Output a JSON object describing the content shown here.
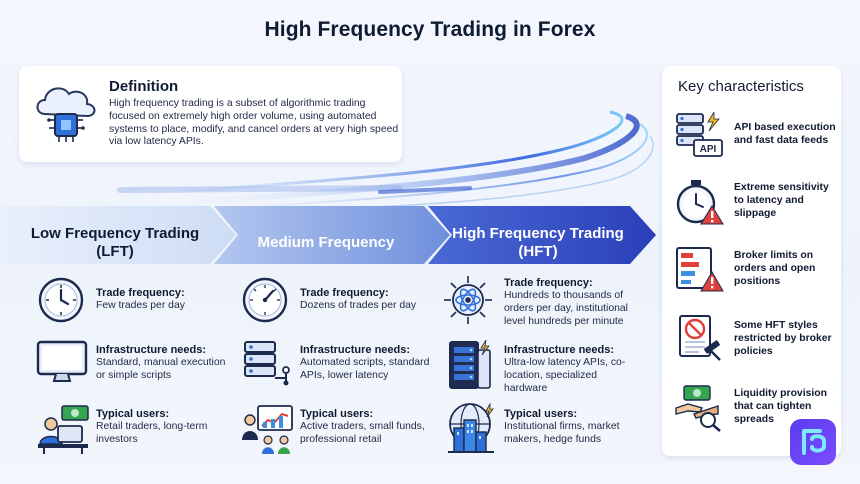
{
  "title": "High Frequency Trading in Forex",
  "definition": {
    "heading": "Definition",
    "body": "High frequency trading is a subset of algorithmic trading focused on extremely high order volume, using automated systems to place, modify, and cancel orders at very high speed via low latency APIs."
  },
  "stages": [
    {
      "label": "Low Frequency Trading (LFT)",
      "items": [
        {
          "icon": "clock-icon",
          "heading": "Trade frequency:",
          "text": "Few trades per day"
        },
        {
          "icon": "monitor-icon",
          "heading": "Infrastructure needs:",
          "text": "Standard, manual execution or simple scripts"
        },
        {
          "icon": "trader-desk-icon",
          "heading": "Typical users:",
          "text": "Retail traders, long-term investors"
        }
      ]
    },
    {
      "label": "Medium Frequency",
      "items": [
        {
          "icon": "gauge-clock-icon",
          "heading": "Trade frequency:",
          "text": "Dozens of trades per day"
        },
        {
          "icon": "server-stack-icon",
          "heading": "Infrastructure needs:",
          "text": "Automated scripts, standard APIs, lower latency"
        },
        {
          "icon": "presentation-icon",
          "heading": "Typical users:",
          "text": "Active traders, small funds, professional retail"
        }
      ]
    },
    {
      "label": "High Frequency Trading (HFT)",
      "items": [
        {
          "icon": "atom-burst-icon",
          "heading": "Trade frequency:",
          "text": "Hundreds to thousands of orders per day, institutional level hundreds per minute"
        },
        {
          "icon": "server-rack-icon",
          "heading": "Infrastructure needs:",
          "text": "Ultra-low latency APIs, co-location, specialized hardware"
        },
        {
          "icon": "institution-building-icon",
          "heading": "Typical users:",
          "text": "Institutional firms, market makers, hedge funds"
        }
      ]
    }
  ],
  "key_characteristics": {
    "heading": "Key characteristics",
    "items": [
      {
        "icon": "api-server-icon",
        "badge": "API",
        "text": "API based execution and fast data feeds"
      },
      {
        "icon": "stopwatch-warning-icon",
        "text": "Extreme sensitivity to latency and slippage"
      },
      {
        "icon": "order-limit-warning-icon",
        "text": "Broker limits on orders and open positions"
      },
      {
        "icon": "restricted-document-icon",
        "text": "Some HFT styles restricted by broker policies"
      },
      {
        "icon": "liquidity-handshake-icon",
        "text": "Liquidity provision that can tighten spreads"
      }
    ]
  },
  "colors": {
    "title": "#0f1b33",
    "chevron_low": "#dbe7f8",
    "chevron_mid": "#7f9ee0",
    "chevron_high": "#3550c8",
    "accent_blue": "#2f5fd0",
    "accent_red": "#e0403a",
    "brand_purple": "#6a45f5"
  }
}
